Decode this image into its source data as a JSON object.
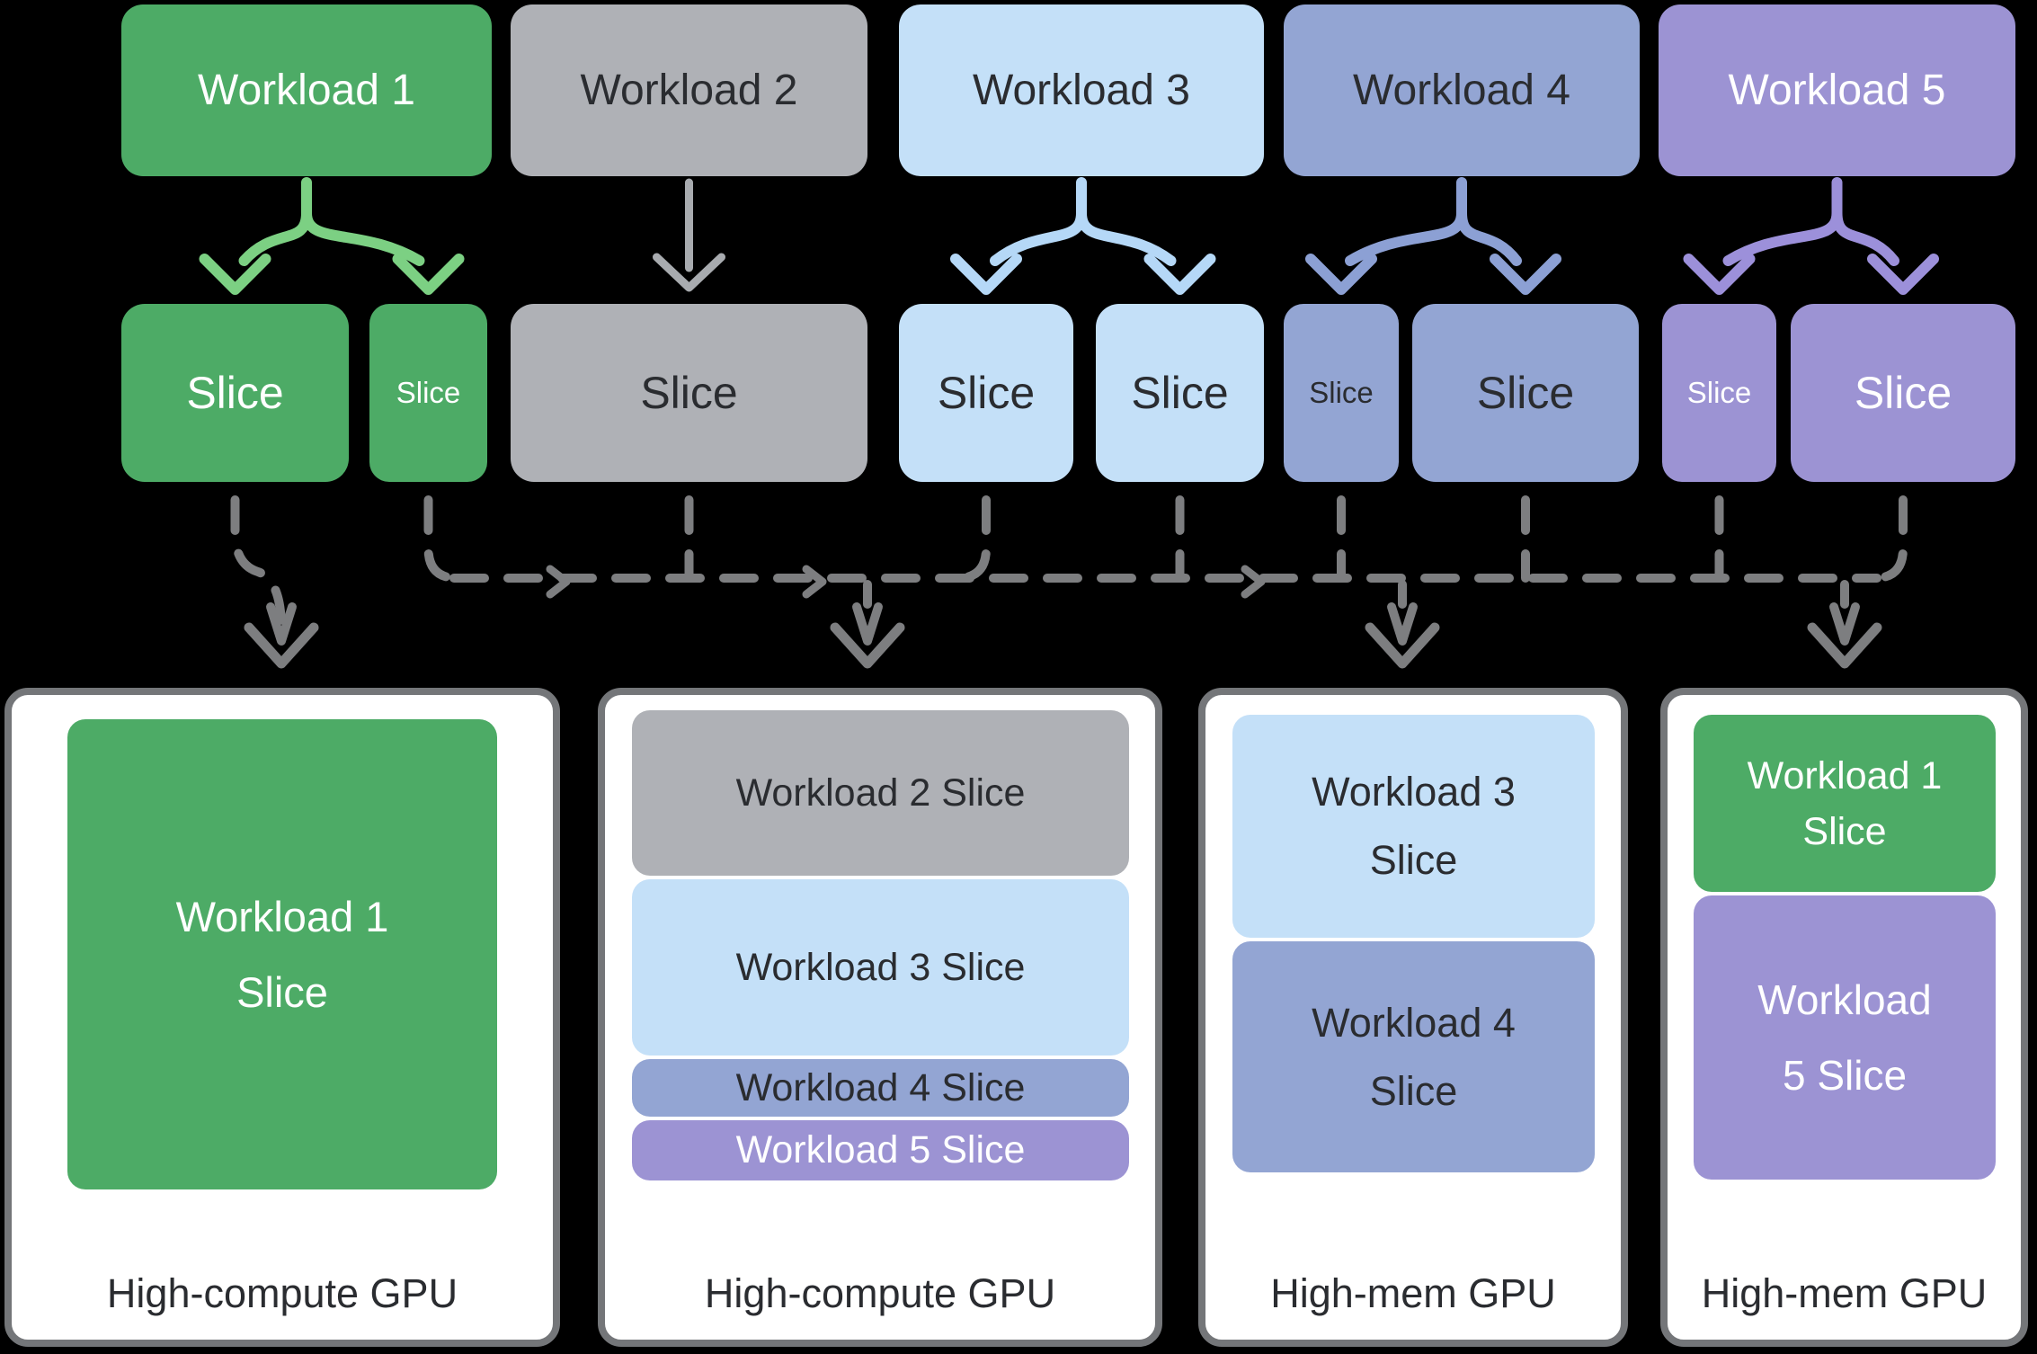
{
  "background": "#000000",
  "palette": {
    "green": {
      "fill": "#4DAB66",
      "arrow": "#7CD083",
      "text": "light"
    },
    "gray": {
      "fill": "#AFB1B6",
      "arrow": "#A8ABAF",
      "text": "dark"
    },
    "blue": {
      "fill": "#C4E0F8",
      "arrow": "#B5D8F7",
      "text": "dark"
    },
    "slate": {
      "fill": "#93A5D3",
      "arrow": "#8CA0D4",
      "text": "dark"
    },
    "purple": {
      "fill": "#9C93D3",
      "arrow": "#9C90DA",
      "text": "light"
    },
    "connector": "#7D7E80",
    "gpu_border": "#747679",
    "gpu_fill": "#FFFFFF",
    "text_dark": "#2A2C30",
    "text_light": "#FFFFFF"
  },
  "workloads": [
    {
      "label": "Workload 1",
      "color": "green"
    },
    {
      "label": "Workload 2",
      "color": "gray"
    },
    {
      "label": "Workload 3",
      "color": "blue"
    },
    {
      "label": "Workload 4",
      "color": "slate"
    },
    {
      "label": "Workload 5",
      "color": "purple"
    }
  ],
  "slices": [
    {
      "workload": 1,
      "label": "Slice",
      "size": "large",
      "color": "green"
    },
    {
      "workload": 1,
      "label": "Slice",
      "size": "small",
      "color": "green"
    },
    {
      "workload": 2,
      "label": "Slice",
      "size": "large",
      "color": "gray"
    },
    {
      "workload": 3,
      "label": "Slice",
      "size": "large",
      "color": "blue"
    },
    {
      "workload": 3,
      "label": "Slice",
      "size": "large",
      "color": "blue"
    },
    {
      "workload": 4,
      "label": "Slice",
      "size": "small",
      "color": "slate"
    },
    {
      "workload": 4,
      "label": "Slice",
      "size": "large",
      "color": "slate"
    },
    {
      "workload": 5,
      "label": "Slice",
      "size": "small",
      "color": "purple"
    },
    {
      "workload": 5,
      "label": "Slice",
      "size": "large",
      "color": "purple"
    }
  ],
  "gpus": [
    {
      "label": "High-compute GPU",
      "slices": [
        {
          "color": "green",
          "lines": [
            "Workload 1",
            "Slice"
          ]
        }
      ]
    },
    {
      "label": "High-compute GPU",
      "slices": [
        {
          "color": "gray",
          "lines": [
            "Workload 2 Slice"
          ]
        },
        {
          "color": "blue",
          "lines": [
            "Workload 3 Slice"
          ]
        },
        {
          "color": "slate",
          "lines": [
            "Workload 4 Slice"
          ]
        },
        {
          "color": "purple",
          "lines": [
            "Workload 5 Slice"
          ]
        }
      ]
    },
    {
      "label": "High-mem GPU",
      "slices": [
        {
          "color": "blue",
          "lines": [
            "Workload 3",
            "Slice"
          ]
        },
        {
          "color": "slate",
          "lines": [
            "Workload 4",
            "Slice"
          ]
        }
      ]
    },
    {
      "label": "High-mem GPU",
      "slices": [
        {
          "color": "green",
          "lines": [
            "Workload 1",
            "Slice"
          ]
        },
        {
          "color": "purple",
          "lines": [
            "Workload",
            "5 Slice"
          ]
        }
      ]
    }
  ]
}
